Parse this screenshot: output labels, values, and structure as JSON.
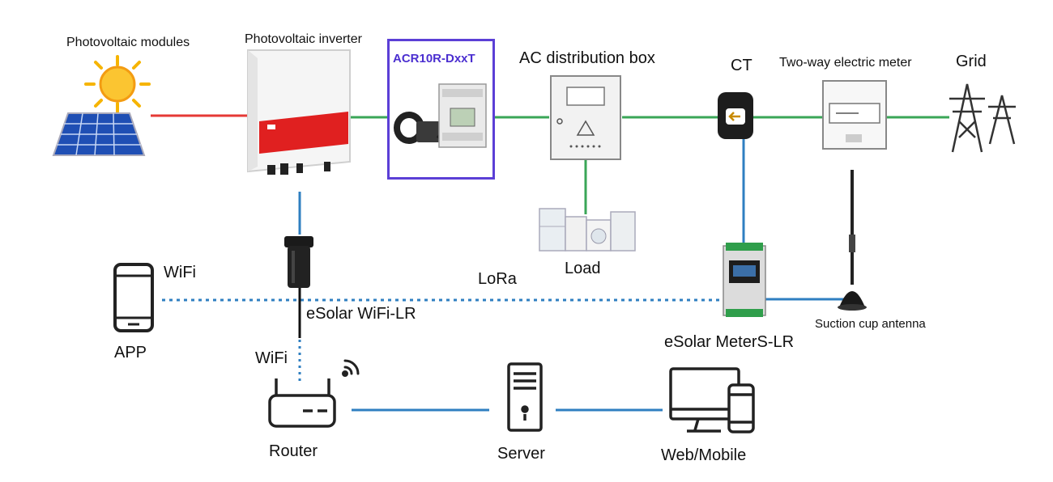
{
  "labels": {
    "pv_modules": "Photovoltaic modules",
    "pv_inverter": "Photovoltaic inverter",
    "acr_meter": "ACR10R-DxxT",
    "ac_box": "AC distribution box",
    "ct": "CT",
    "two_way_meter": "Two-way electric meter",
    "grid": "Grid",
    "load": "Load",
    "wifi_app": "WiFi",
    "lora": "LoRa",
    "esolar_wifi": "eSolar WiFi-LR",
    "app": "APP",
    "wifi_router": "WiFi",
    "suction_antenna": "Suction cup antenna",
    "esolar_meter": "eSolar MeterS-LR",
    "router": "Router",
    "server": "Server",
    "web_mobile": "Web/Mobile"
  },
  "colors": {
    "dc_line": "#e53935",
    "ac_line": "#3aa657",
    "comm_line": "#2f7fc1",
    "highlight": "#5b3fd6"
  },
  "icons": [
    "sun-icon",
    "solar-panel-icon",
    "inverter-icon",
    "ct-clamp-icon",
    "din-meter-icon",
    "distribution-box-icon",
    "ct-sensor-icon",
    "two-way-meter-icon",
    "power-tower-icon",
    "appliances-icon",
    "wifi-dongle-icon",
    "smartphone-icon",
    "esolar-meter-icon",
    "antenna-icon",
    "router-icon",
    "wifi-signal-icon",
    "server-icon",
    "monitor-icon"
  ]
}
